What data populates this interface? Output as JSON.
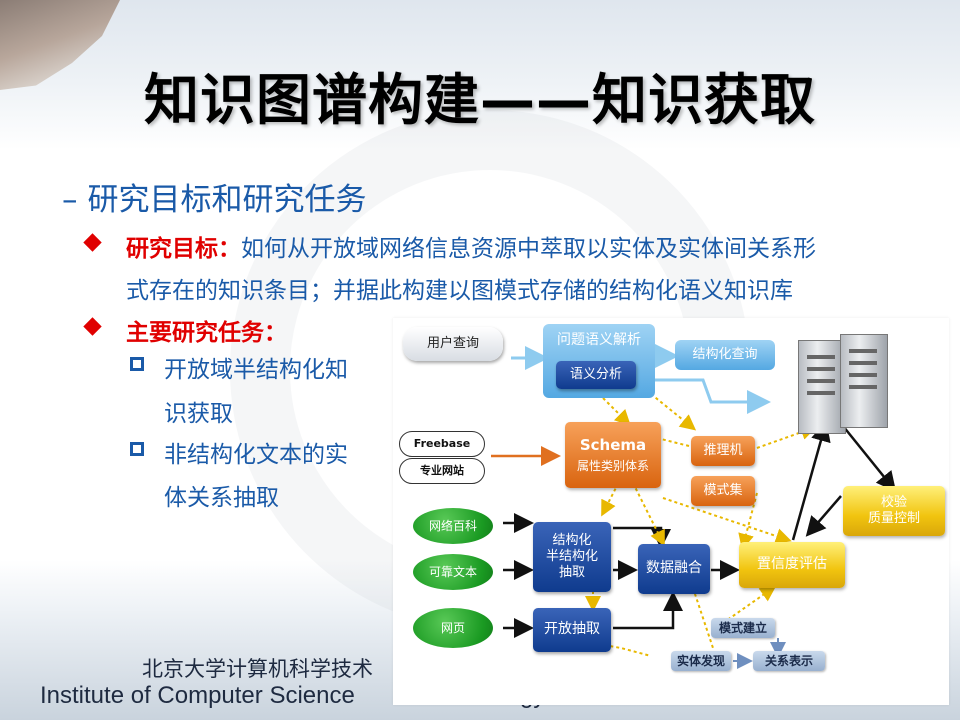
{
  "slide": {
    "title": "知识图谱构建——知识获取",
    "sub_heading": "研究目标和研究任务",
    "goal_label": "研究目标：",
    "goal_text_line1": "如何从开放域网络信息资源中萃取以实体及实体间关系形",
    "goal_text_line2": "式存在的知识条目；并据此构建以图模式存储的结构化语义知识库",
    "tasks_label": "主要研究任务：",
    "task1_line1": "开放域半结构化知",
    "task1_line2": "识获取",
    "task2_line1": "非结构化文本的实",
    "task2_line2": "体关系抽取",
    "footer_cn": "北京大学计算机科学技术",
    "footer_en": "Institute of Computer Science",
    "footer_en_tail": "gy"
  },
  "diagram": {
    "user_query": "用户查询",
    "question_parse": "问题语义解析",
    "semantic_analysis": "语义分析",
    "structured_query": "结构化查询",
    "freebase": "Freebase",
    "pro_site": "专业网站",
    "schema_title": "Schema",
    "schema_sub": "属性类别体系",
    "reasoner": "推理机",
    "pattern_set": "模式集",
    "verify_line1": "校验",
    "verify_line2": "质量控制",
    "wiki": "网络百科",
    "reliable_text": "可靠文本",
    "webpage": "网页",
    "semi_struct_line1": "结构化",
    "semi_struct_line2": "半结构化",
    "semi_struct_line3": "抽取",
    "data_fusion": "数据融合",
    "confidence_eval": "置信度评估",
    "open_extract": "开放抽取",
    "pattern_build": "模式建立",
    "entity_discover": "实体发现",
    "relation_repr": "关系表示"
  },
  "colors": {
    "title": "#000000",
    "heading_blue": "#1a5aa8",
    "accent_red": "#e00000"
  }
}
